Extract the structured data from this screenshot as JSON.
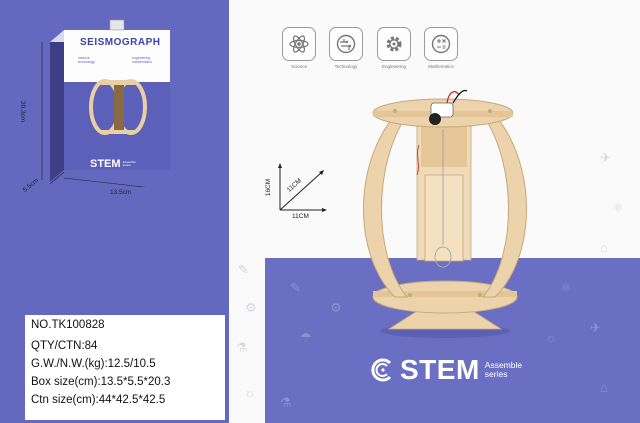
{
  "product": {
    "model": "NO.TK100828",
    "specs": [
      "QTY/CTN:84",
      "G.W./N.W.(kg):12.5/10.5",
      "Box size(cm):13.5*5.5*20.3",
      "Ctn size(cm):44*42.5*42.5"
    ]
  },
  "package": {
    "title": "SEISMOGRAPH",
    "subtitle_left": "science\ntechnology",
    "subtitle_right": "engineering\nmathematics",
    "brand": "STEM",
    "brand_sub": "Assemble\nseries",
    "dim_height": "20.3cm",
    "dim_depth": "5.5cm",
    "dim_width": "13.5cm"
  },
  "categories": [
    {
      "label": "Science",
      "icon": "atom-icon"
    },
    {
      "label": "Technology",
      "icon": "circuit-brain-icon"
    },
    {
      "label": "Engineering",
      "icon": "gear-icon"
    },
    {
      "label": "Mathematics",
      "icon": "math-symbols-icon"
    }
  ],
  "model_dims": {
    "height": "16CM",
    "depth": "11CM",
    "width": "11CM"
  },
  "brand": {
    "name": "STEM",
    "sub": "Assemble\nseries"
  },
  "colors": {
    "accent": "#6468bf",
    "wood": "#e9cfa6"
  }
}
